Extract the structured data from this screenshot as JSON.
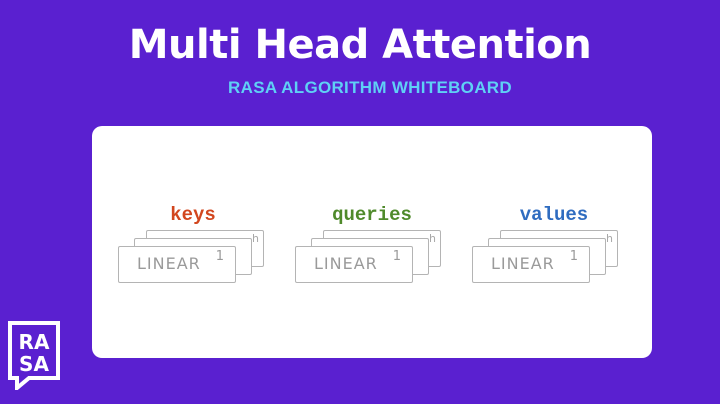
{
  "header": {
    "title": "Multi Head Attention",
    "subtitle": "RASA ALGORITHM WHITEBOARD"
  },
  "diagram": {
    "groups": [
      {
        "label": "keys",
        "color": "#d2461e",
        "layer_text": "LINEAR",
        "layer_index": "1",
        "head_mark": "h"
      },
      {
        "label": "queries",
        "color": "#4f8a2b",
        "layer_text": "LINEAR",
        "layer_index": "1",
        "head_mark": "h"
      },
      {
        "label": "values",
        "color": "#2f6cc0",
        "layer_text": "LINEAR",
        "layer_index": "1",
        "head_mark": "h"
      }
    ]
  },
  "logo": {
    "text": "RASA",
    "line1": "RA",
    "line2": "SA"
  },
  "colors": {
    "background": "#5a20d0",
    "title": "#ffffff",
    "subtitle": "#5fd0f5",
    "board": "#ffffff"
  }
}
